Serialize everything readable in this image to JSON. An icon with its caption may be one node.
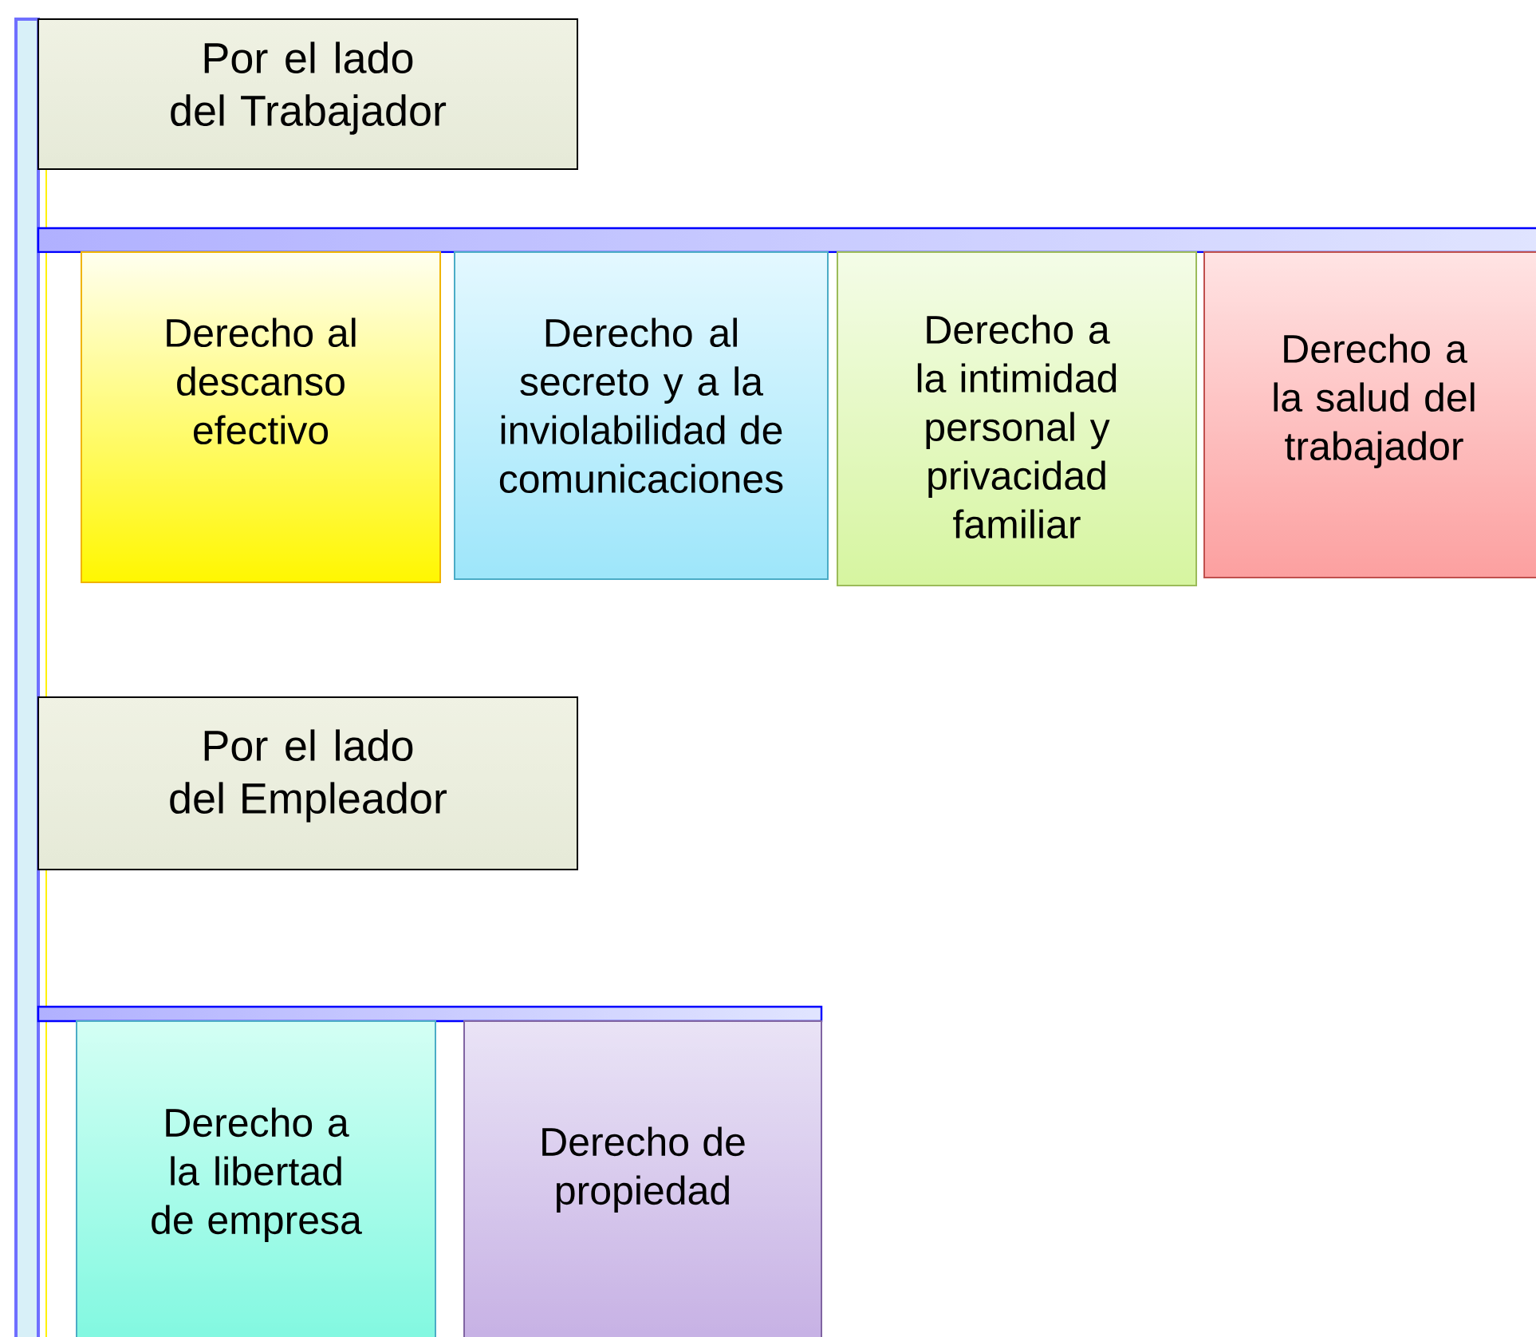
{
  "diagram": {
    "nodes": [
      {
        "text": [],
        "shape": "bar"
      },
      {
        "text": [
          "Por el lado del Trabajador"
        ]
      },
      {
        "text": [],
        "shape": "bar"
      },
      {
        "text": [
          "Derecho al descanso efectivo"
        ]
      },
      {
        "text": [
          "Derecho al secreto y a la inviolabilidad de comunicaciones"
        ]
      },
      {
        "text": [
          "Derecho a la intimidad personal y privacidad familiar"
        ]
      },
      {
        "text": [
          "Derecho a la salud del trabajador"
        ]
      },
      {
        "text": [
          "Por el lado del Empleador"
        ]
      },
      {
        "text": [],
        "shape": "bar"
      },
      {
        "text": [
          "Derecho a la libertad de empresa"
        ]
      },
      {
        "text": [
          "Derecho de propiedad"
        ]
      }
    ]
  }
}
